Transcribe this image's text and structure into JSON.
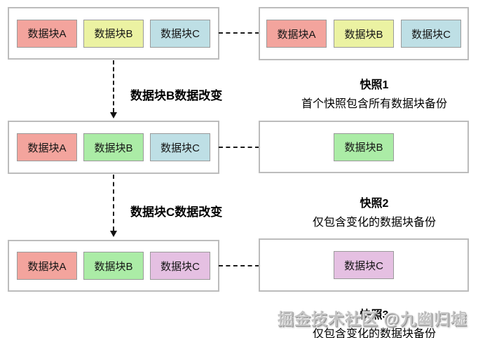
{
  "diagram": {
    "rows": [
      {
        "disk_blocks": [
          {
            "label": "数据块A",
            "color": "#f3a49d"
          },
          {
            "label": "数据块B",
            "color": "#ebf2a2"
          },
          {
            "label": "数据块C",
            "color": "#bedfe5"
          }
        ],
        "snapshot_blocks": [
          {
            "label": "数据块A",
            "color": "#f3a49d"
          },
          {
            "label": "数据块B",
            "color": "#ebf2a2"
          },
          {
            "label": "数据块C",
            "color": "#bedfe5"
          }
        ],
        "caption": {
          "title": "快照1",
          "subtitle": "首个快照包含所有数据块备份"
        }
      },
      {
        "disk_blocks": [
          {
            "label": "数据块A",
            "color": "#f3a49d"
          },
          {
            "label": "数据块B",
            "color": "#abeca6"
          },
          {
            "label": "数据块C",
            "color": "#bedfe5"
          }
        ],
        "snapshot_blocks": [
          {
            "label": "数据块B",
            "color": "#abeca6"
          }
        ],
        "caption": {
          "title": "快照2",
          "subtitle": "仅包含变化的数据块备份"
        }
      },
      {
        "disk_blocks": [
          {
            "label": "数据块A",
            "color": "#f3a49d"
          },
          {
            "label": "数据块B",
            "color": "#abeca6"
          },
          {
            "label": "数据块C",
            "color": "#e5c0e2"
          }
        ],
        "snapshot_blocks": [
          {
            "label": "数据块C",
            "color": "#e5c0e2"
          }
        ],
        "caption": {
          "title": "快照3",
          "subtitle": "仅包含变化的数据块备份"
        }
      }
    ],
    "transitions": [
      {
        "label": "数据块B数据改变"
      },
      {
        "label": "数据块C数据改变"
      }
    ],
    "watermark": "掘金技术社区 @九幽归墟",
    "colors": {
      "block_border": "#9a9a9a",
      "container_border": "#bcbcbc",
      "connector": "#1a1a1a",
      "salmon": "#f3a49d",
      "yellow": "#ebf2a2",
      "cyan": "#bedfe5",
      "green": "#abeca6",
      "purple": "#e5c0e2",
      "watermark_gray": "#c3c3c3"
    }
  }
}
